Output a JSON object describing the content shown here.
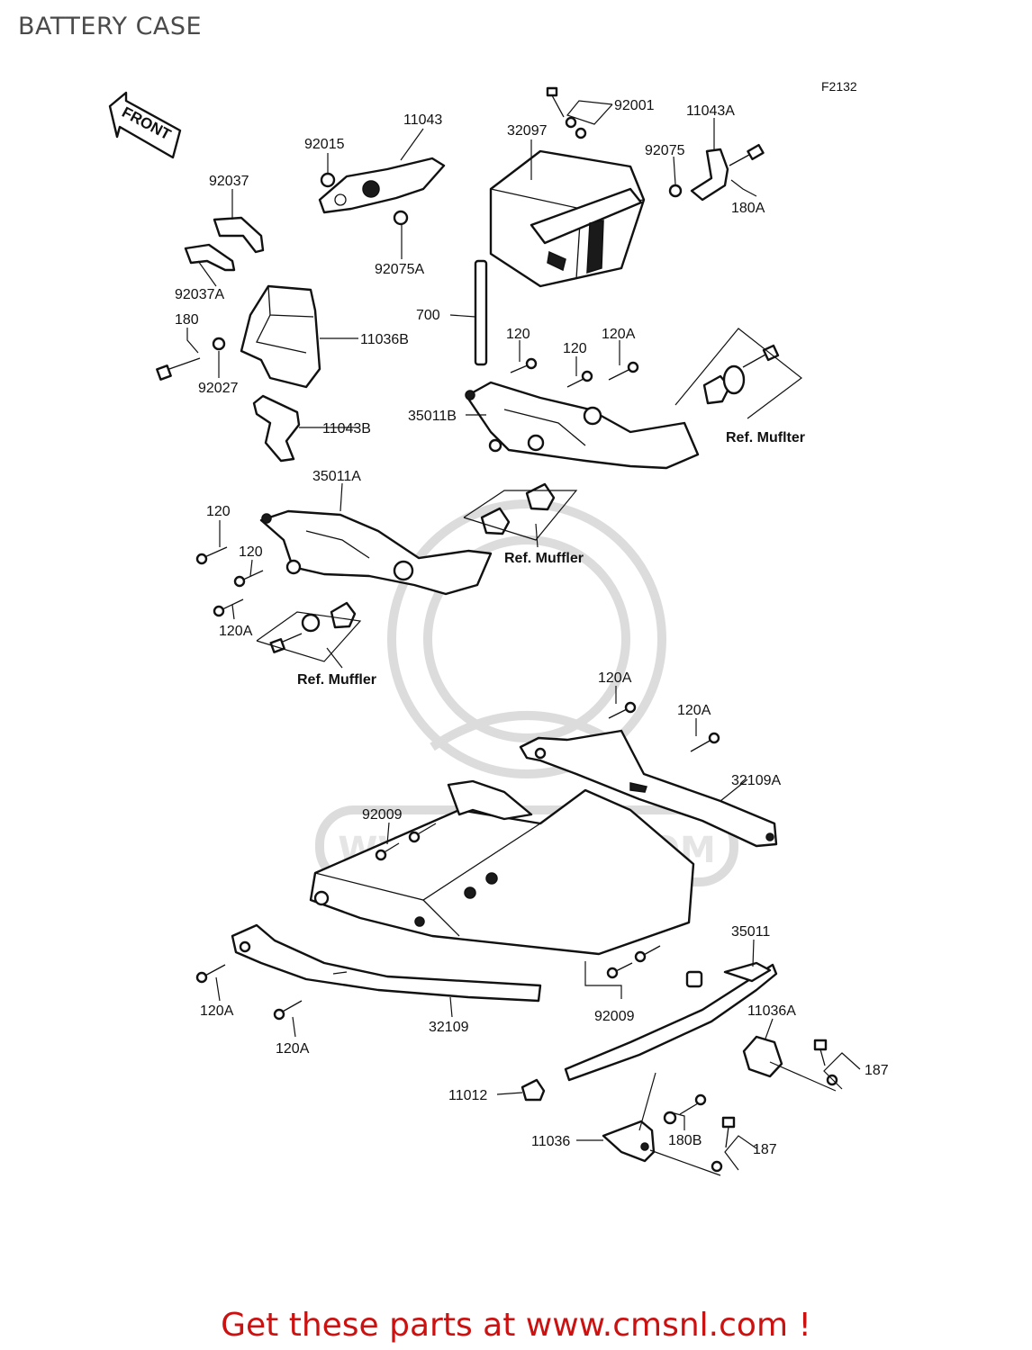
{
  "title": "BATTERY CASE",
  "figure_code": "F2132",
  "front_arrow": "FRONT",
  "watermark": "WWW.CMSNL.COM",
  "footer": "Get these parts at www.cmsnl.com !",
  "labels": {
    "l11043": "11043",
    "l92015": "92015",
    "l92075A": "92075A",
    "l32097": "32097",
    "l92001": "92001",
    "l11043A": "11043A",
    "l92075": "92075",
    "l180A": "180A",
    "l92037": "92037",
    "l92037A": "92037A",
    "l180": "180",
    "l92027": "92027",
    "l11036B": "11036B",
    "l11043B": "11043B",
    "l700": "700",
    "l120a": "120",
    "l120b": "120",
    "l120Aa": "120A",
    "l35011B": "35011B",
    "lRefMuffler1": "Ref. Muflter",
    "l35011A": "35011A",
    "l120c": "120",
    "l120d": "120",
    "l120Ab": "120A",
    "lRefMuffler2": "Ref. Muffler",
    "lRefMuffler3": "Ref. Muffler",
    "l120Ac": "120A",
    "l120Ad": "120A",
    "l32109A": "32109A",
    "l92009a": "92009",
    "l120Ae": "120A",
    "l120Af": "120A",
    "l32109": "32109",
    "l92009b": "92009",
    "l35011": "35011",
    "l11036A": "11036A",
    "l187a": "187",
    "l11012": "11012",
    "l180B": "180B",
    "l11036": "11036",
    "l187b": "187"
  }
}
